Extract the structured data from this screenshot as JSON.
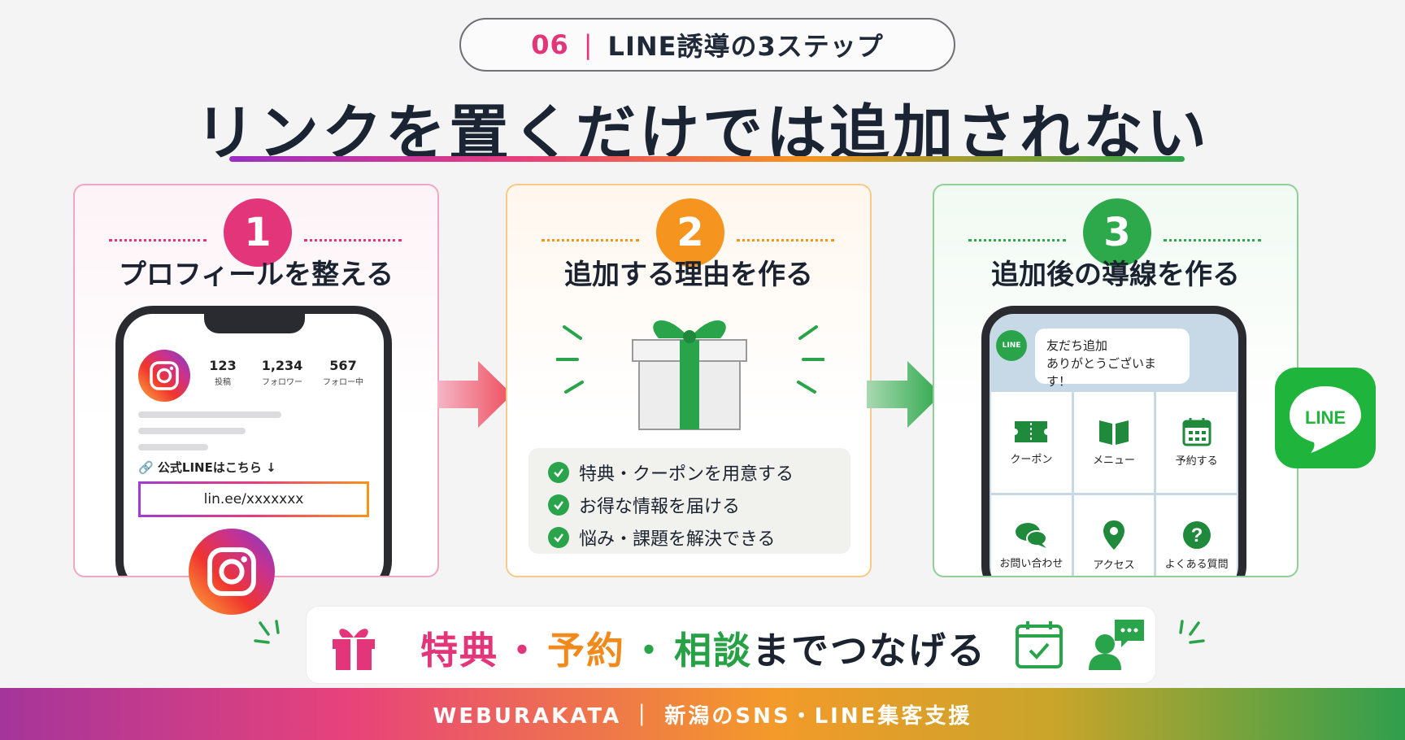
{
  "header": {
    "number": "06",
    "separator": "|",
    "label": "LINE誘導の3ステップ"
  },
  "title": "リンクを置くだけでは追加されない",
  "steps": [
    {
      "number": "1",
      "title": "プロフィールを整える",
      "color": "#e2357a",
      "profile": {
        "stats": [
          {
            "value": "123",
            "label": "投稿"
          },
          {
            "value": "1,234",
            "label": "フォロワー"
          },
          {
            "value": "567",
            "label": "フォロー中"
          }
        ],
        "link_text": "公式LINEはこちら",
        "url": "lin.ee/xxxxxxx"
      }
    },
    {
      "number": "2",
      "title": "追加する理由を作る",
      "color": "#f5951f",
      "checks": [
        "特典・クーポンを用意する",
        "お得な情報を届ける",
        "悩み・課題を解決できる"
      ]
    },
    {
      "number": "3",
      "title": "追加後の導線を作る",
      "color": "#2da84b",
      "chat": {
        "avatar": "LINE",
        "line1": "友だち追加",
        "line2": "ありがとうございます！"
      },
      "menu": [
        "クーポン",
        "メニュー",
        "予約する",
        "お問い合わせ",
        "アクセス",
        "よくある質問"
      ]
    }
  ],
  "line_logo_text": "LINE",
  "banner": {
    "word1": "特典",
    "dot": "・",
    "word2": "予約",
    "word3": "相談",
    "rest": "までつなげる"
  },
  "footer": "WEBURAKATA ｜ 新潟のSNS・LINE集客支援",
  "colors": {
    "pink": "#e2357a",
    "orange": "#f5951f",
    "green": "#2da84b",
    "line_green": "#1fb53c"
  }
}
